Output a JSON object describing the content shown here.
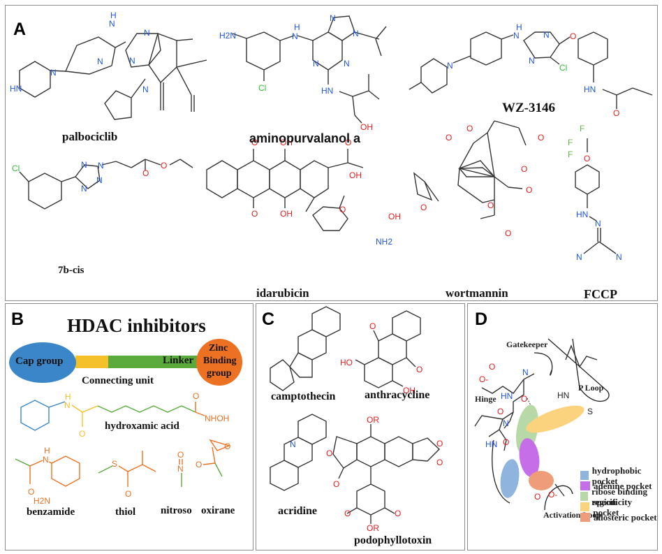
{
  "panels": {
    "A": {
      "label": "A",
      "compounds": [
        {
          "name": "palbociclib",
          "atoms": [
            "H",
            "N",
            "N",
            "N",
            "N",
            "N",
            "HN",
            "N"
          ]
        },
        {
          "name": "aminopurvalanol a",
          "atoms": [
            "H2N",
            "H",
            "N",
            "N",
            "N",
            "N",
            "N",
            "Cl",
            "HN",
            "OH"
          ]
        },
        {
          "name": "WZ-3146",
          "atoms": [
            "H",
            "N",
            "N",
            "N",
            "O",
            "N",
            "Cl",
            "HN",
            "O"
          ]
        },
        {
          "name": "7b-cis",
          "atoms": [
            "Cl",
            "N",
            "N",
            "N",
            "N",
            "O",
            "O"
          ]
        },
        {
          "name": "idarubicin",
          "atoms": [
            "O",
            "OH",
            "O",
            "OH",
            "O",
            "OH",
            "O",
            "OH",
            "NH2"
          ]
        },
        {
          "name": "wortmannin",
          "atoms": [
            "O",
            "O",
            "O",
            "O",
            "O",
            "O",
            "O",
            "O"
          ]
        },
        {
          "name": "FCCP",
          "atoms": [
            "F",
            "F",
            "F",
            "O",
            "HN",
            "N",
            "N",
            "N"
          ]
        }
      ]
    },
    "B": {
      "label": "B",
      "title": "HDAC inhibitors",
      "scheme": {
        "cap_group": "Cap group",
        "connecting_unit": "Connecting unit",
        "linker": "Linker",
        "zinc_binding_group": [
          "Zinc",
          "Binding",
          "group"
        ]
      },
      "colors": {
        "cap": "#3a86c8",
        "connecting": "#f5c12a",
        "linker": "#5aab3c",
        "zinc": "#ec7123"
      },
      "compounds": [
        {
          "name": "hydroxamic acid",
          "atoms": [
            "H",
            "N",
            "O",
            "O",
            "NHOH"
          ]
        },
        {
          "name": "benzamide",
          "atoms": [
            "H",
            "N",
            "O",
            "H2N"
          ]
        },
        {
          "name": "thiol",
          "atoms": [
            "S",
            "O"
          ]
        },
        {
          "name": "nitroso",
          "atoms": [
            "O",
            "N"
          ]
        },
        {
          "name": "oxirane",
          "atoms": [
            "O",
            "O"
          ]
        }
      ]
    },
    "C": {
      "label": "C",
      "compounds": [
        {
          "name": "camptothecin",
          "atoms": []
        },
        {
          "name": "anthracycline",
          "atoms": [
            "O",
            "HO",
            "O",
            "OH"
          ]
        },
        {
          "name": "acridine",
          "atoms": [
            "N"
          ]
        },
        {
          "name": "podophyllotoxin",
          "atoms": [
            "OR",
            "O",
            "O",
            "O",
            "O",
            "O",
            "O",
            "OR"
          ]
        }
      ]
    },
    "D": {
      "label": "D",
      "annotations": {
        "gatekeeper": "Gatekeeper",
        "p_loop": "P Loop",
        "hinge": "Hinge",
        "activation_loop": "Activation Loop"
      },
      "atoms": [
        "O",
        "O-",
        "N",
        "HN",
        "O",
        "O",
        "N",
        "HN",
        "O",
        "HN",
        "S",
        "O",
        "O-"
      ],
      "legend": [
        {
          "label": "hydrophobic pocket",
          "color": "#8fb4de"
        },
        {
          "label": "adenine pocket",
          "color": "#c56ee8"
        },
        {
          "label": "ribose binding region",
          "color": "#b7d9a8"
        },
        {
          "label": "specificity pocket",
          "color": "#fbd27e"
        },
        {
          "label": "allosteric pocket",
          "color": "#ef9c7a"
        }
      ]
    }
  }
}
